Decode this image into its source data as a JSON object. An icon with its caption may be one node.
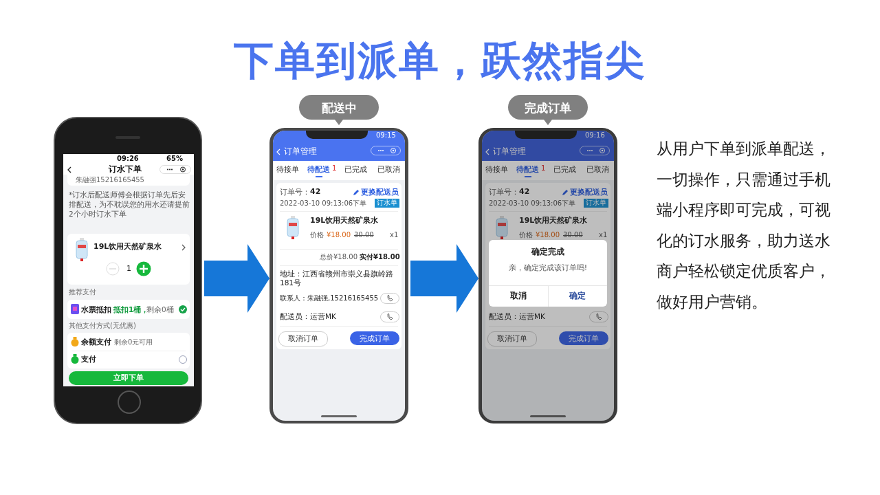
{
  "diagram": {
    "title": "下单到派单，跃然指尖",
    "nodes": [
      {
        "text": [
          "09:26",
          "65%",
          "订水下单",
          "朱融强15216165455",
          "*订水后配送师傅会根据订单先后安排配送，为不耽误您的用水还请提前2个小时订水下单",
          "19L饮用天然矿泉水",
          "1",
          "推荐支付",
          "水票抵扣",
          "抵扣1桶，",
          "剩余0桶",
          "其他支付方式(无优惠)",
          "余额支付",
          "剩余0元可用",
          "支付",
          "立即下单"
        ]
      },
      {
        "text": [
          "配送中"
        ]
      },
      {
        "text": [
          "09:15",
          "订单管理",
          "待接单",
          "待配送",
          "1",
          "已完成",
          "已取消",
          "订单号：",
          "42",
          "更换配送员",
          "2022-03-10 09:13:06下单",
          "订水单",
          "19L饮用天然矿泉水",
          "价格",
          "¥18.00",
          "30.00",
          "x1",
          "总价¥18.00",
          "实付¥18.00",
          "地址：江西省赣州市崇义县旗岭路181号",
          "联系人：朱融强,15216165455",
          "配送员：运营MK",
          "取消订单",
          "完成订单"
        ]
      },
      {
        "text": [
          "完成订单"
        ]
      },
      {
        "text": [
          "09:16",
          "订单管理",
          "待接单",
          "待配送",
          "1",
          "已完成",
          "已取消",
          "订单号：",
          "42",
          "更换配送员",
          "2022-03-10 09:13:06下单",
          "订水单",
          "19L饮用天然矿泉水",
          "价格",
          "¥18.00",
          "30.00",
          "x1",
          "配送员：运营MK",
          "取消订单",
          "完成订单"
        ]
      },
      {
        "text": [
          "确定完成",
          "亲，确定完成该订单吗!",
          "取消",
          "确定"
        ],
        "in": 4
      }
    ],
    "edges": [
      {
        "from": 0,
        "to": 2,
        "arrow": "to"
      },
      {
        "from": 2,
        "to": 4,
        "arrow": "to"
      }
    ],
    "labels": [
      "从用户下单到派单配送，一切操作，只需通过手机端小程序即可完成，可视化的订水服务，助力送水商户轻松锁定优质客户，做好用户营销。"
    ]
  }
}
